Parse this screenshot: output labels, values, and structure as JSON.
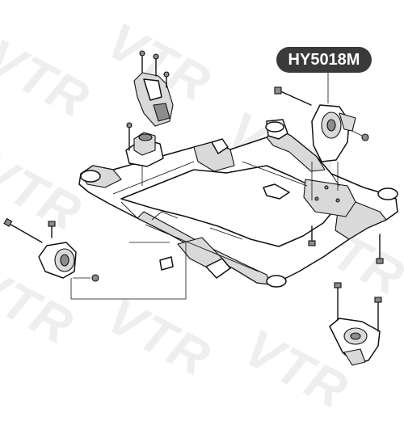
{
  "watermark": {
    "text": "VTR",
    "color": "#eeeeee"
  },
  "part_label": {
    "text": "HY5018M",
    "background": "#3a3a3a",
    "color": "#ffffff"
  },
  "icons": [
    "subframe-diagram",
    "engine-mount",
    "transmission-mount",
    "rear-mount",
    "front-mount",
    "bolt"
  ]
}
